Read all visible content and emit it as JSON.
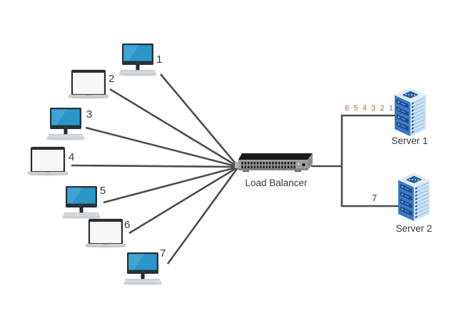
{
  "diagram": {
    "clients": [
      {
        "label": "1",
        "device": "desktop"
      },
      {
        "label": "2",
        "device": "laptop"
      },
      {
        "label": "3",
        "device": "desktop"
      },
      {
        "label": "4",
        "device": "laptop"
      },
      {
        "label": "5",
        "device": "desktop"
      },
      {
        "label": "6",
        "device": "laptop"
      },
      {
        "label": "7",
        "device": "desktop"
      }
    ],
    "load_balancer": {
      "label": "Load Balancer"
    },
    "servers": [
      {
        "label": "Server 1",
        "queue": "6 5 4 3 2 1"
      },
      {
        "label": "Server 2",
        "queue": "7"
      }
    ],
    "icons": {
      "desktop": "desktop-computer-icon",
      "laptop": "laptop-icon",
      "server": "server-tower-icon",
      "load_balancer": "load-balancer-appliance-icon"
    },
    "colors": {
      "connection_line": "#4d4d4d",
      "label_text": "#3b3b3b",
      "queue_numbers": "#c2604a",
      "client_screen_blue": "#2b96c8",
      "server_front_blue": "#3b7ac4",
      "server_side_blue": "#cfe4f5",
      "load_balancer_body": "#9f9f9f",
      "background": "#ffffff"
    }
  }
}
